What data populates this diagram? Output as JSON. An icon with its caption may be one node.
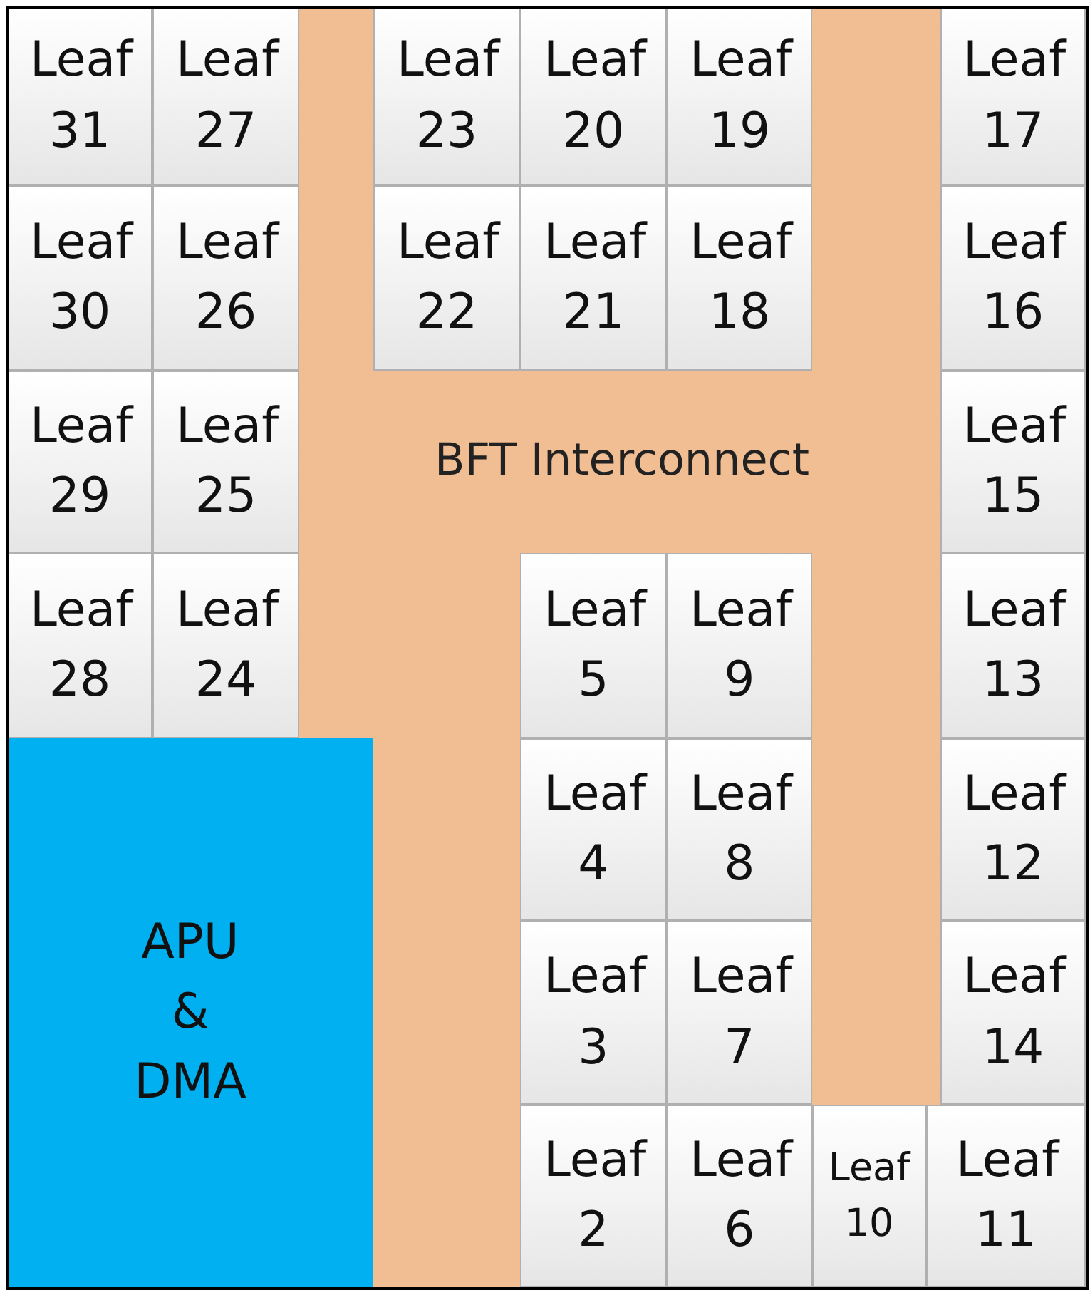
{
  "diagram": {
    "nodes": [
      {
        "text": [
          "Leaf 31"
        ]
      },
      {
        "text": [
          "Leaf 27"
        ]
      },
      {
        "text": [
          "Leaf 23"
        ]
      },
      {
        "text": [
          "Leaf 20"
        ]
      },
      {
        "text": [
          "Leaf 19"
        ]
      },
      {
        "text": [
          "Leaf 17"
        ]
      },
      {
        "text": [
          "Leaf 30"
        ]
      },
      {
        "text": [
          "Leaf 26"
        ]
      },
      {
        "text": [
          "Leaf 22"
        ]
      },
      {
        "text": [
          "Leaf 21"
        ]
      },
      {
        "text": [
          "Leaf 18"
        ]
      },
      {
        "text": [
          "Leaf 16"
        ]
      },
      {
        "text": [
          "Leaf 29"
        ]
      },
      {
        "text": [
          "Leaf 25"
        ]
      },
      {
        "text": [
          "BFT Interconnect"
        ]
      },
      {
        "text": [
          "Leaf 15"
        ]
      },
      {
        "text": [
          "Leaf 28"
        ]
      },
      {
        "text": [
          "Leaf 24"
        ]
      },
      {
        "text": [
          "Leaf 5"
        ]
      },
      {
        "text": [
          "Leaf 9"
        ]
      },
      {
        "text": [
          "Leaf 13"
        ]
      },
      {
        "text": [
          "APU & DMA"
        ]
      },
      {
        "text": [
          "Leaf 4"
        ]
      },
      {
        "text": [
          "Leaf 8"
        ]
      },
      {
        "text": [
          "Leaf 12"
        ]
      },
      {
        "text": [
          "Leaf 3"
        ]
      },
      {
        "text": [
          "Leaf 7"
        ]
      },
      {
        "text": [
          "Leaf 14"
        ]
      },
      {
        "text": [
          "Leaf 2"
        ]
      },
      {
        "text": [
          "Leaf 6"
        ]
      },
      {
        "text": [
          "Leaf 10"
        ]
      },
      {
        "text": [
          "Leaf 11"
        ]
      }
    ]
  }
}
